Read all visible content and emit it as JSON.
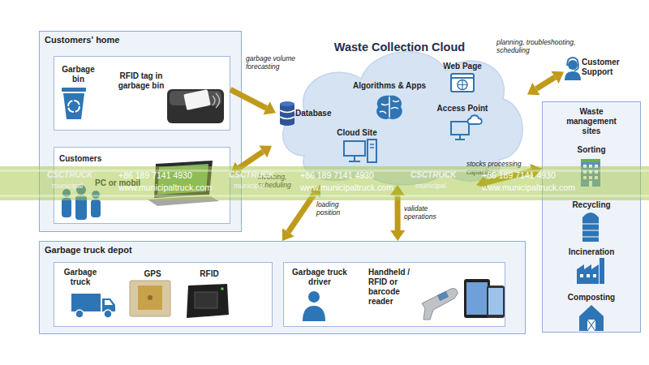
{
  "diagram": {
    "nodes": [
      {
        "text": [
          "Customers' home"
        ]
      },
      {
        "text": [
          "Garbage bin",
          "RFID tag in garbage bin"
        ],
        "in": 0
      },
      {
        "text": [
          "Customers",
          "PC or mobil"
        ],
        "in": 0
      },
      {
        "text": [
          "Waste Collection Cloud"
        ]
      },
      {
        "text": [
          "Database"
        ],
        "in": 3
      },
      {
        "text": [
          "Algorithms & Apps"
        ],
        "in": 3
      },
      {
        "text": [
          "Web Page"
        ],
        "in": 3
      },
      {
        "text": [
          "Access Point"
        ],
        "in": 3
      },
      {
        "text": [
          "Cloud Site"
        ],
        "in": 3
      },
      {
        "text": [
          "Customer Support"
        ]
      },
      {
        "text": [
          "Waste management sites"
        ]
      },
      {
        "text": [
          "Sorting"
        ],
        "in": 10
      },
      {
        "text": [
          "Recycling"
        ],
        "in": 10
      },
      {
        "text": [
          "Incineration"
        ],
        "in": 10
      },
      {
        "text": [
          "Composting"
        ],
        "in": 10
      },
      {
        "text": [
          "Garbage truck depot"
        ]
      },
      {
        "text": [
          "Garbage truck",
          "GPS",
          "RFID"
        ],
        "in": 15
      },
      {
        "text": [
          "Garbage truck driver",
          "Handheld / RFID or barcode reader"
        ],
        "in": 15
      }
    ],
    "edges": [
      {
        "from": 1,
        "to": 4,
        "arrow": "to",
        "label": "garbage volume forecasting"
      },
      {
        "from": 2,
        "to": 3,
        "arrow": "both",
        "label": "invoicing, scheduling"
      },
      {
        "from": 3,
        "to": 15,
        "arrow": "both",
        "label": "loading position"
      },
      {
        "from": 3,
        "to": 15,
        "arrow": "both",
        "label": "validate operations"
      },
      {
        "from": 3,
        "to": 10,
        "arrow": "both",
        "label": "stocks processing capacity"
      },
      {
        "from": 3,
        "to": 9,
        "arrow": "both",
        "label": "planning, troubleshooting, scheduling"
      }
    ],
    "labels": [
      "CSCTRUCK",
      "municipal",
      "+86 189 7141 4930",
      "www.municipaltruck.com",
      "CSCTRUCK",
      "municipal",
      "+86 189 7141 4930",
      "www.municipaltruck.com",
      "CSCTRUCK",
      "municipal",
      "+86 189 7141 4930",
      "www.municipaltruck.com"
    ]
  }
}
